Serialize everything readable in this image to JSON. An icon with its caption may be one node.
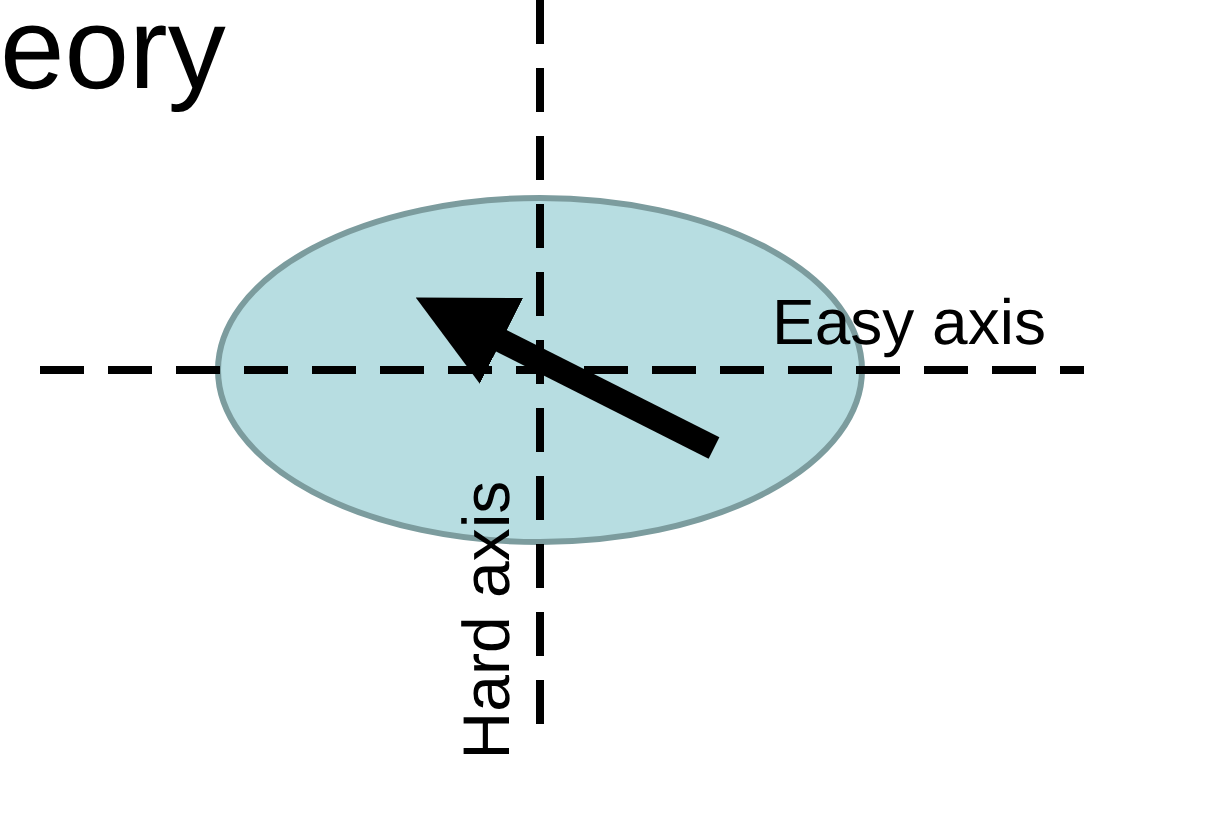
{
  "diagram": {
    "title": "eory",
    "labels": [
      "Easy axis",
      "Hard axis"
    ]
  }
}
